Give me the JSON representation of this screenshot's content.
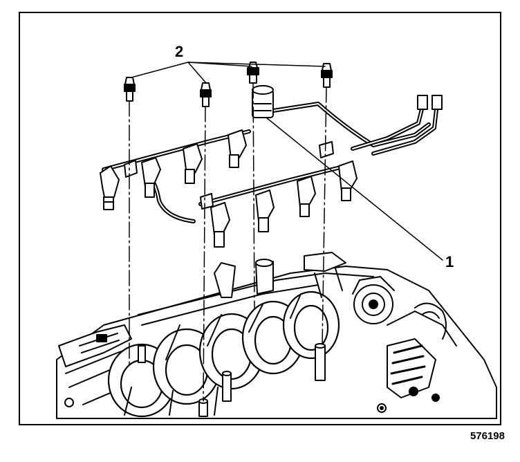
{
  "figure": {
    "callouts": {
      "fuel_rail": "1",
      "bolts": "2"
    },
    "figure_number": "576198"
  },
  "colors": {
    "ink": "#000000",
    "paper": "#ffffff"
  }
}
